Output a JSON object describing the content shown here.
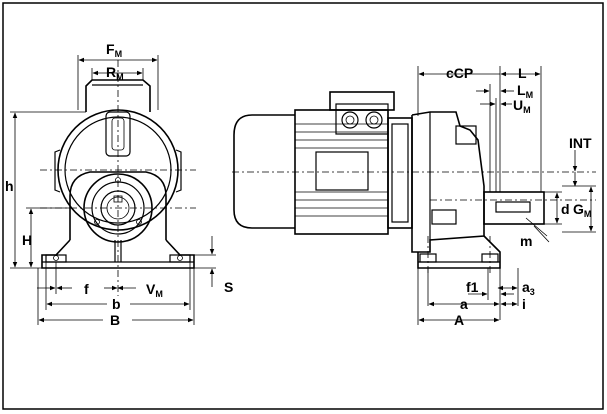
{
  "labels": {
    "FM": {
      "main": "F",
      "sub": "M"
    },
    "RM": {
      "main": "R",
      "sub": "M"
    },
    "h": {
      "main": "h"
    },
    "H": {
      "main": "H"
    },
    "f": {
      "main": "f"
    },
    "VM": {
      "main": "V",
      "sub": "M"
    },
    "S": {
      "main": "S"
    },
    "b": {
      "main": "b"
    },
    "B": {
      "main": "B"
    },
    "cCP": {
      "main": "cCP"
    },
    "L": {
      "main": "L"
    },
    "LM": {
      "main": "L",
      "sub": "M"
    },
    "UM": {
      "main": "U",
      "sub": "M"
    },
    "INT": {
      "main": "INT"
    },
    "d": {
      "main": "d"
    },
    "GM": {
      "main": "G",
      "sub": "M"
    },
    "m": {
      "main": "m"
    },
    "f1": {
      "main": "f1"
    },
    "a": {
      "main": "a"
    },
    "a3": {
      "main": "a",
      "sub": "3"
    },
    "i": {
      "main": "i"
    },
    "A": {
      "main": "A"
    }
  }
}
